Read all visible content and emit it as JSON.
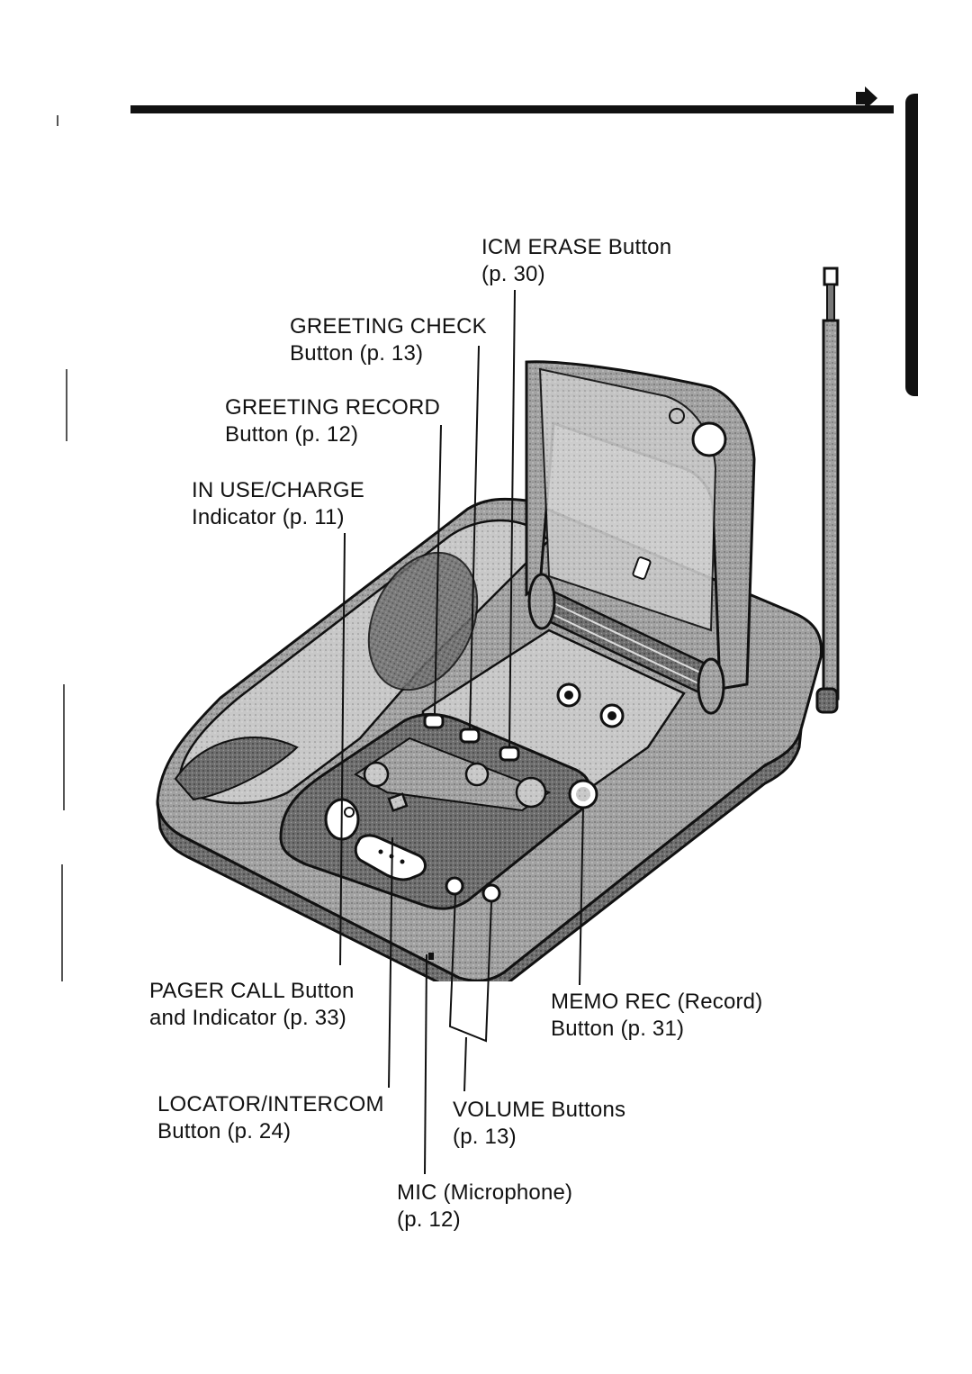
{
  "page": {
    "continue_arrow_icon": "right-pointing-arrow"
  },
  "labels": {
    "icm_erase": {
      "name": "ICM ERASE Button",
      "page": "(p. 30)"
    },
    "greeting_check": {
      "name": "GREETING CHECK",
      "page": "Button (p. 13)"
    },
    "greeting_record": {
      "name": "GREETING RECORD",
      "page": "Button (p. 12)"
    },
    "in_use_charge": {
      "name": "IN USE/CHARGE",
      "page": "Indicator (p. 11)"
    },
    "pager_call": {
      "name": "PAGER CALL Button",
      "page": "and Indicator (p. 33)"
    },
    "memo_rec": {
      "name": "MEMO REC (Record)",
      "page": "Button (p. 31)"
    },
    "locator_intercom": {
      "name": "LOCATOR/INTERCOM",
      "page": "Button (p. 24)"
    },
    "volume": {
      "name": "VOLUME Buttons",
      "page": "(p. 13)"
    },
    "mic": {
      "name": "MIC (Microphone)",
      "page": "(p. 12)"
    }
  },
  "illustration": {
    "subject": "cordless telephone base unit",
    "colors": {
      "ink": "#111111",
      "body": "#9a9a9a",
      "body_dark": "#6e6e6e",
      "body_light": "#c4c4c4"
    }
  }
}
